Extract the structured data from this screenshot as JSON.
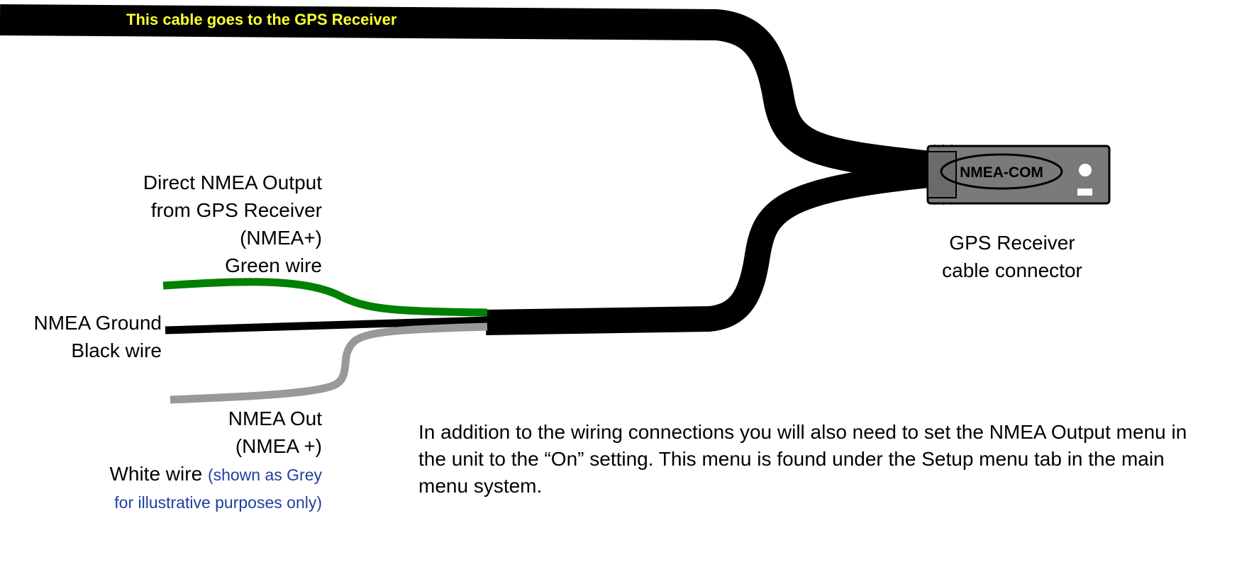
{
  "top_cable": {
    "label": "This cable goes to the GPS Receiver"
  },
  "connector": {
    "text": "NMEA-COM",
    "caption_line1": "GPS Receiver",
    "caption_line2": "cable connector"
  },
  "wires": {
    "green": {
      "line1": "Direct NMEA Output",
      "line2": "from GPS Receiver",
      "line3": "(NMEA+)",
      "line4": "Green wire",
      "color": "#008000"
    },
    "black": {
      "line1": "NMEA Ground",
      "line2": "Black wire",
      "color": "#000000"
    },
    "white": {
      "line1": "NMEA Out",
      "line2": "(NMEA +)",
      "line3": "White wire",
      "note_line1": "(shown as Grey",
      "note_line2": "for illustrative purposes only)",
      "color": "#999999"
    }
  },
  "instructions": {
    "text": "In addition to the wiring connections you will also need to set the NMEA Output menu in the unit to the “On” setting.  This menu is found under the Setup menu tab in the main menu system."
  }
}
